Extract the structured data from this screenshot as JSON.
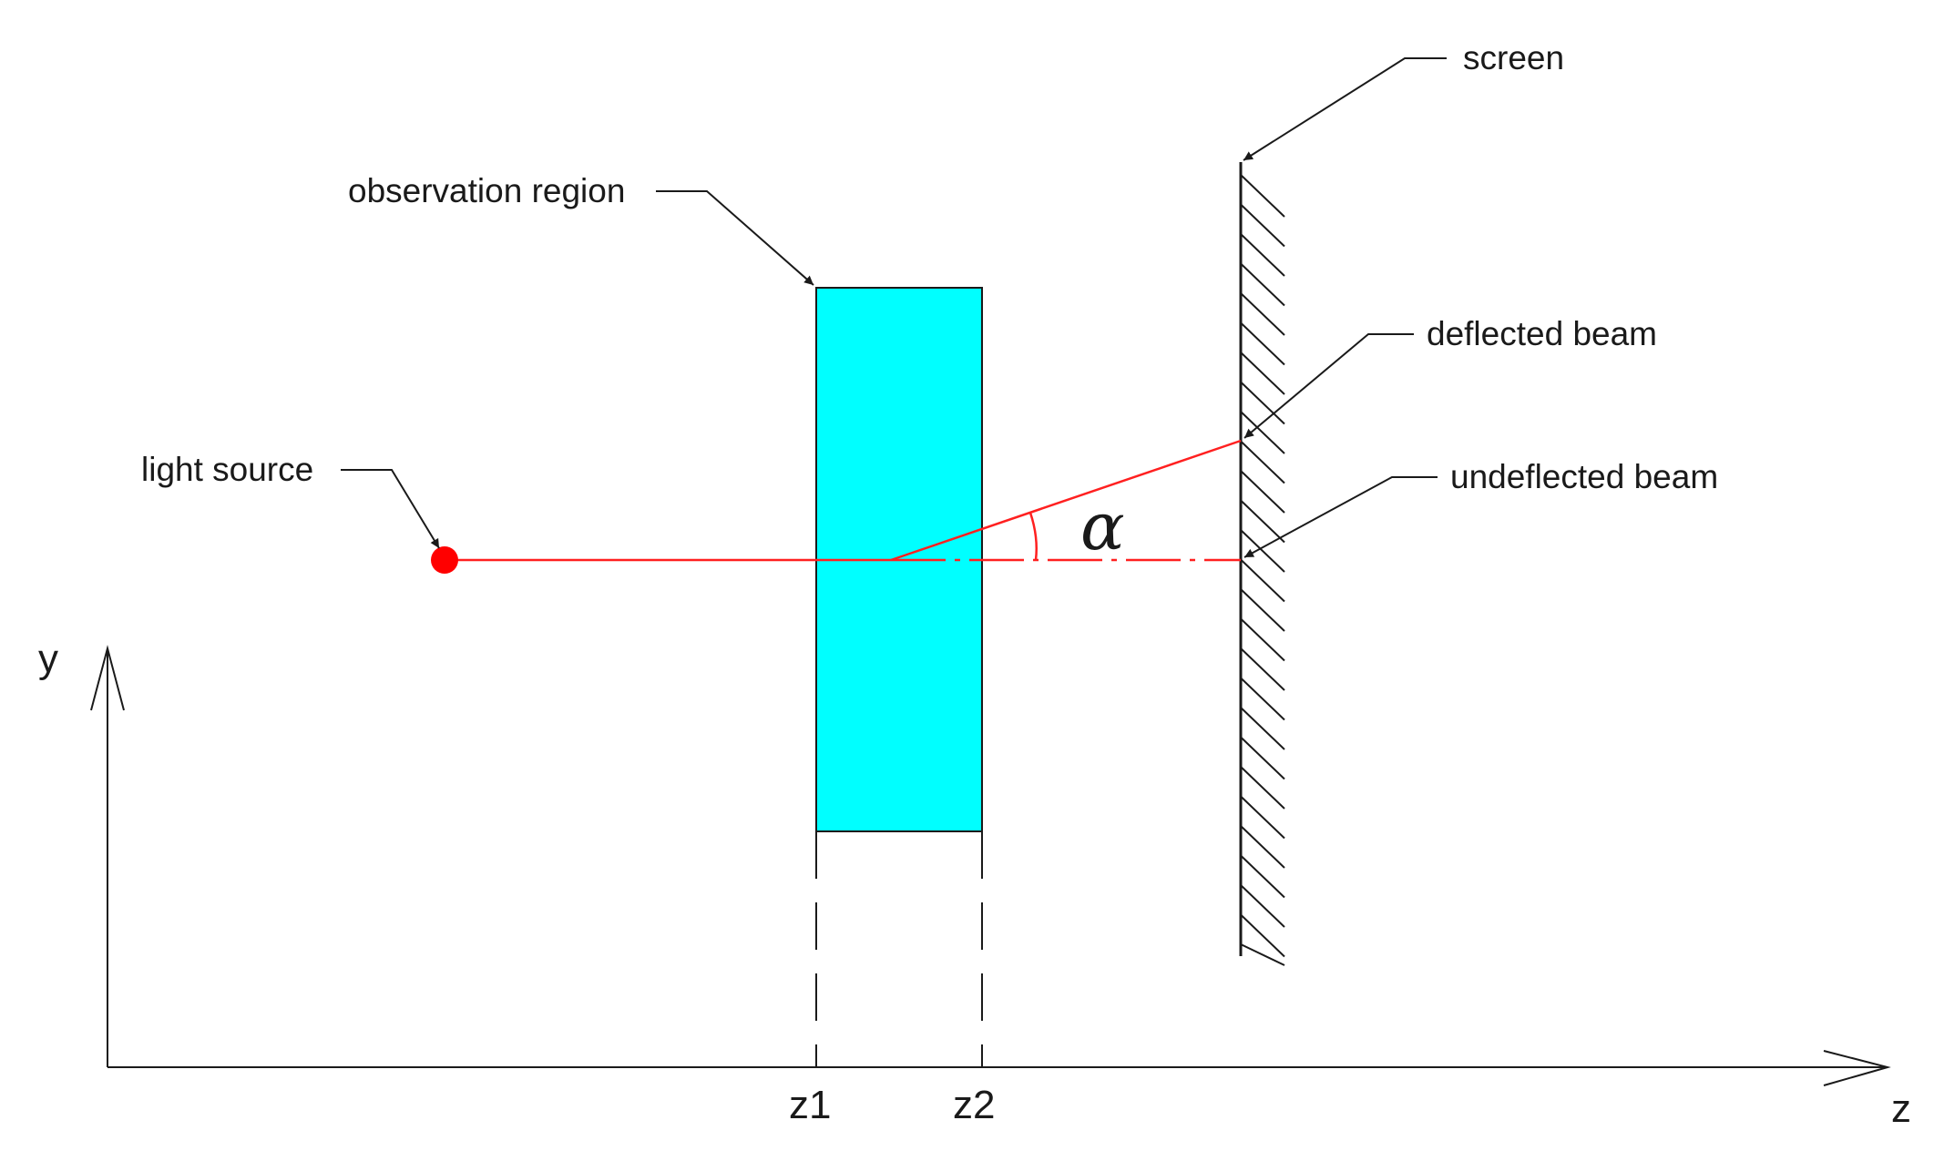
{
  "labels": {
    "screen": "screen",
    "observation_region": "observation region",
    "deflected_beam": "deflected beam",
    "undeflected_beam": "undeflected beam",
    "light_source": "light source",
    "y_axis": "y",
    "z_axis": "z",
    "z1": "z1",
    "z2": "z2",
    "alpha": "α"
  },
  "colors": {
    "beam": "#ff2020",
    "light_source": "#ff0000",
    "region_fill": "#00ffff",
    "line": "#1a1a1a"
  }
}
